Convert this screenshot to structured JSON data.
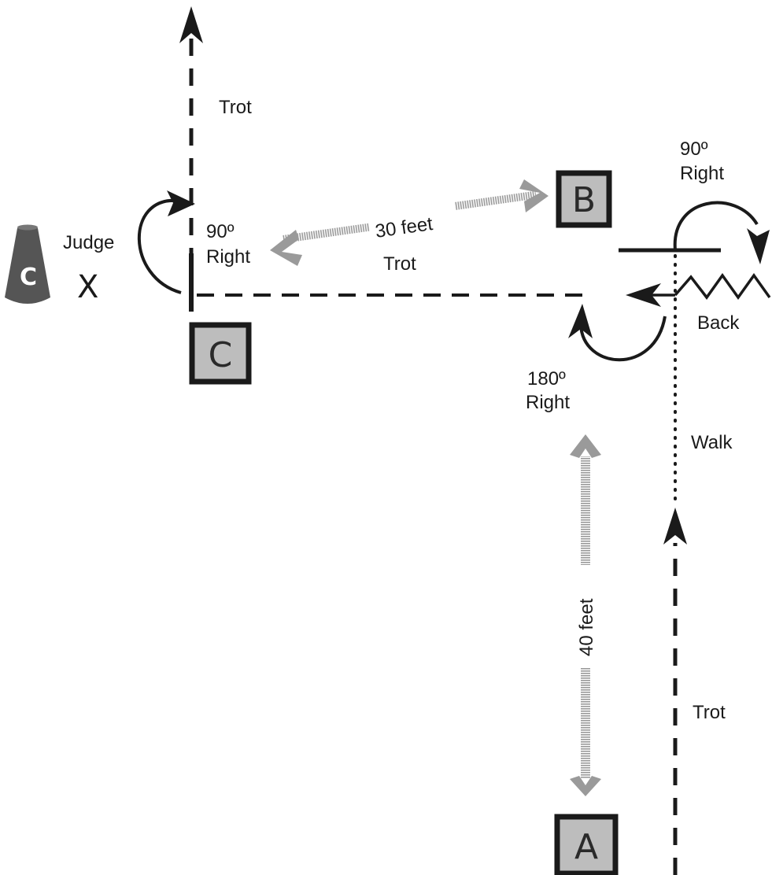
{
  "markers": {
    "a": "A",
    "b": "B",
    "c": "C"
  },
  "judge": {
    "label": "Judge",
    "mark": "X",
    "cone_letter": "C"
  },
  "labels": {
    "trot_top": "Trot",
    "trot_middle": "Trot",
    "trot_bottom": "Trot",
    "walk": "Walk",
    "back": "Back",
    "turn_left_deg": "90º",
    "turn_left_dir": "Right",
    "turn_right_deg": "90º",
    "turn_right_dir": "Right",
    "turn_180_deg": "180º",
    "turn_180_dir": "Right"
  },
  "distances": {
    "horizontal": "30 feet",
    "vertical": "40 feet"
  },
  "colors": {
    "ink": "#1a1a1a",
    "marker_fill": "#bdbdbd",
    "distance_gray": "#9a9a9a",
    "cone": "#555555"
  }
}
